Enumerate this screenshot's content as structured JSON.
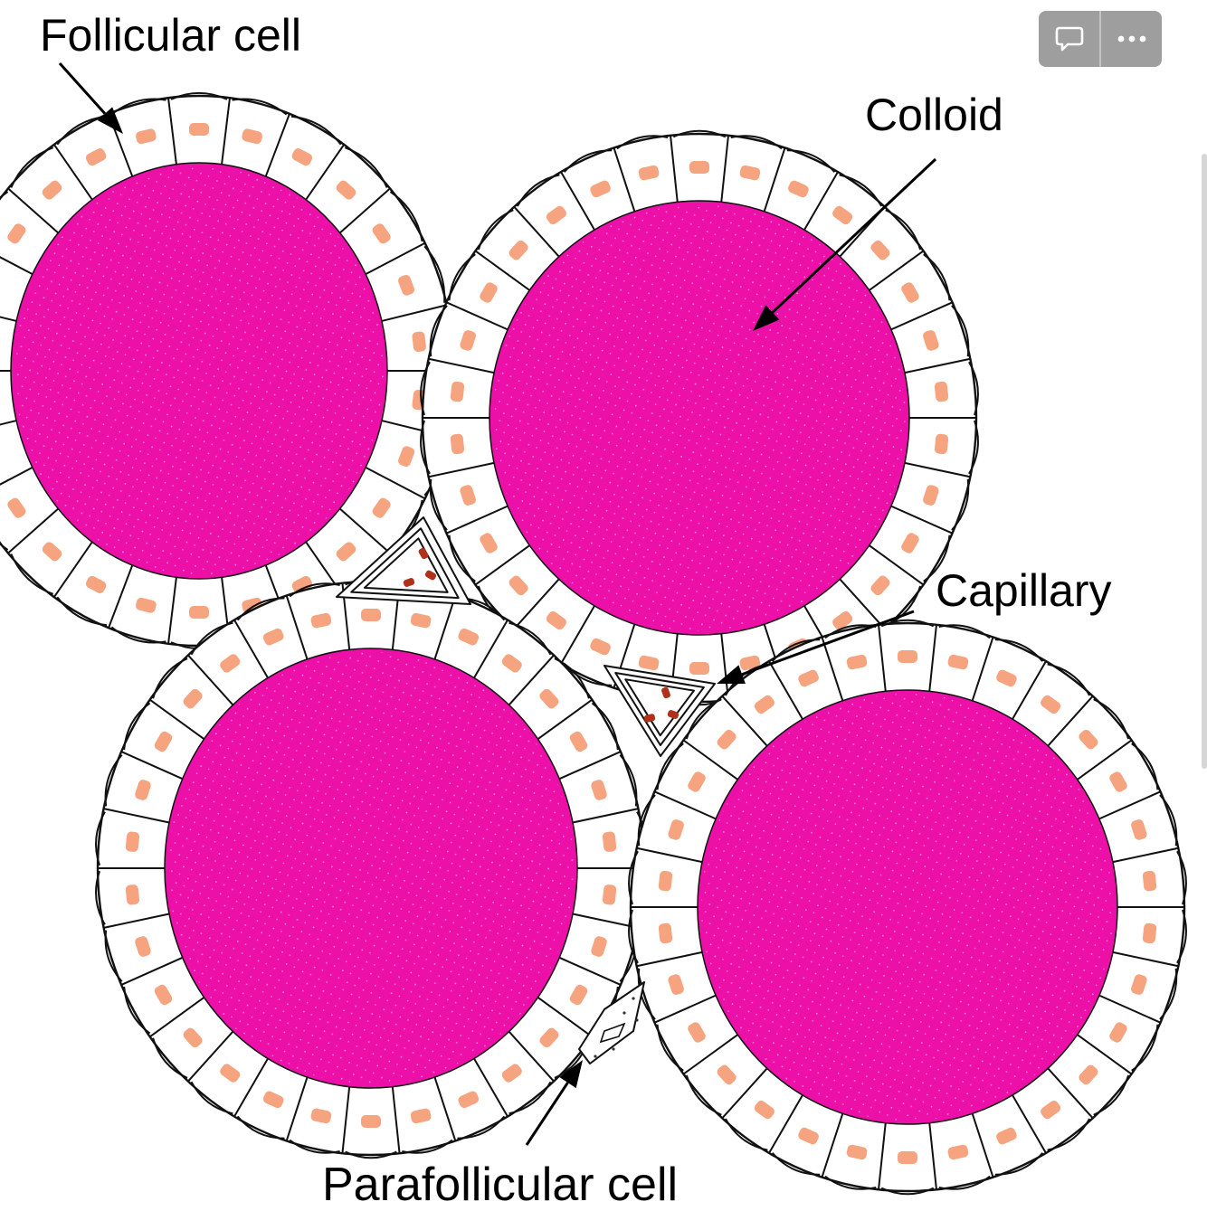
{
  "labels": {
    "follicular_cell": "Follicular cell",
    "colloid": "Colloid",
    "capillary": "Capillary",
    "parafollicular_cell": "Parafollicular cell"
  },
  "toolbar": {
    "comment_icon": "speech-bubble-icon",
    "more_icon": "ellipsis-icon"
  },
  "colors": {
    "colloid": "#ec0fa8",
    "nucleus": "#f5a47f",
    "cell_outline": "#111111",
    "blood_cell": "#b0301a",
    "toolbar": "#9e9e9e"
  }
}
